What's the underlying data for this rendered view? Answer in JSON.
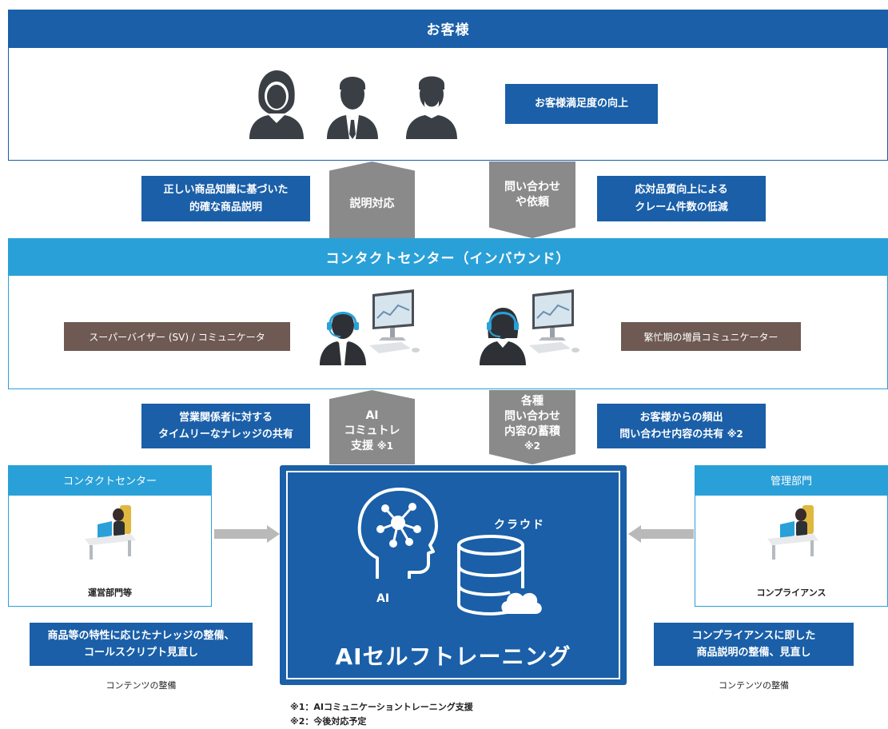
{
  "customer": {
    "title": "お客様",
    "satisfaction": "お客様満足度の向上",
    "icons": [
      "woman-customer-icon",
      "man-tie-customer-icon",
      "bearded-customer-icon"
    ]
  },
  "flow_top": {
    "left_box": [
      "正しい商品知識に基づいた",
      "的確な商品説明"
    ],
    "up_arrow": "説明対応",
    "down_arrow": [
      "問い合わせ",
      "や依頼"
    ],
    "right_box": [
      "応対品質向上による",
      "クレーム件数の低減"
    ]
  },
  "contact_center": {
    "title": "コンタクトセンター（インバウンド）",
    "left_label": "スーパーバイザー (SV) / コミュニケータ",
    "right_label": "繁忙期の増員コミュニケーター",
    "icons": [
      "operator-headset-male-icon",
      "computer-monitor-icon",
      "operator-headset-female-icon",
      "computer-monitor-icon"
    ]
  },
  "flow_bottom": {
    "left_box": [
      "営業関係者に対する",
      "タイムリーなナレッジの共有"
    ],
    "up_arrow": [
      "AI",
      "コミュトレ",
      "支援"
    ],
    "up_arrow_note": "※1",
    "down_arrow": [
      "各種",
      "問い合わせ",
      "内容の蓄積"
    ],
    "down_arrow_note": "※2",
    "right_box_lines": [
      "お客様からの頻出",
      "問い合わせ内容の共有"
    ],
    "right_box_note": "※2"
  },
  "left_dept": {
    "title": "コンタクトセンター",
    "caption": "運営部門等",
    "box": [
      "商品等の特性に応じたナレッジの整備、",
      "コールスクリプト見直し"
    ],
    "footer": "コンテンツの整備"
  },
  "right_dept": {
    "title": "管理部門",
    "caption": "コンプライアンス",
    "box": [
      "コンプライアンスに即した",
      "商品説明の整備、見直し"
    ],
    "footer": "コンテンツの整備"
  },
  "ai_center": {
    "ai_label": "AI",
    "cloud_label": "クラウド",
    "title": "AIセルフトレーニング",
    "icons": [
      "ai-head-network-icon",
      "database-cloud-icon"
    ]
  },
  "notes": [
    "※1：AIコミュニケーショントレーニング支援",
    "※2：今後対応予定"
  ],
  "colors": {
    "customer_bar": "#1a5fa8",
    "contact_bar": "#2aa0d8",
    "box_blue": "#1a5fa8",
    "box_brown": "#6e5a53",
    "arrow_gray": "#8a8a8a",
    "ai_blue": "#1a5fa8",
    "icon_dark": "#3a3f45"
  }
}
